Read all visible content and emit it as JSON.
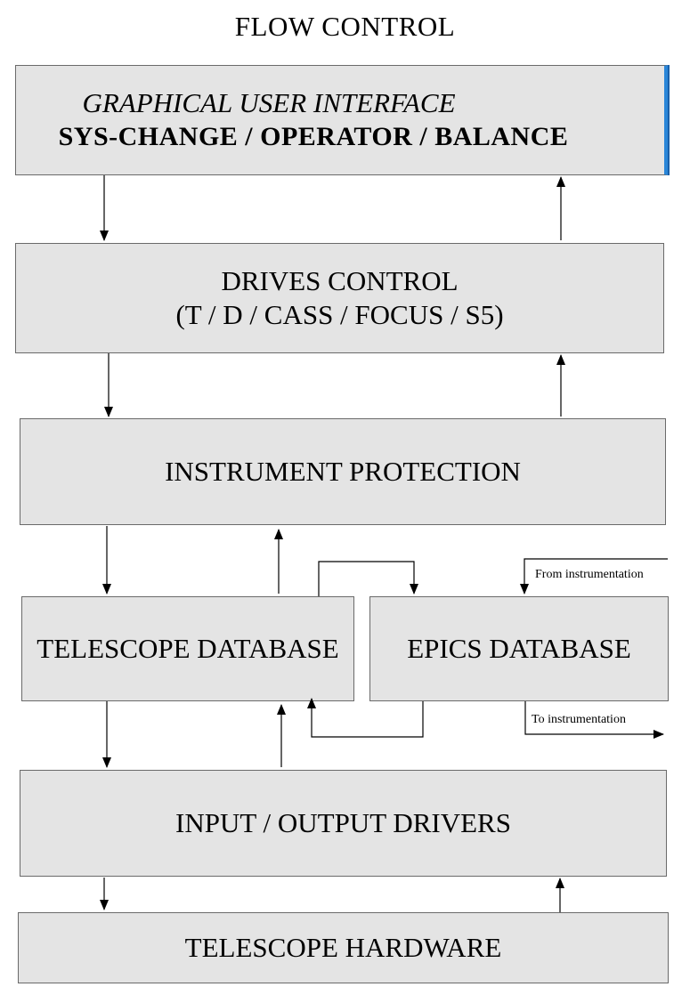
{
  "diagram": {
    "title": "FLOW CONTROL",
    "blocks": {
      "gui": {
        "line1": "GRAPHICAL USER INTERFACE",
        "line2": "SYS-CHANGE / OPERATOR / BALANCE"
      },
      "drives": {
        "line1": "DRIVES CONTROL",
        "line2": "(T / D / CASS / FOCUS / S5)"
      },
      "protection": {
        "label": "INSTRUMENT PROTECTION"
      },
      "telescope_db": {
        "label": "TELESCOPE DATABASE"
      },
      "epics_db": {
        "label": "EPICS DATABASE"
      },
      "io_drivers": {
        "label": "INPUT / OUTPUT DRIVERS"
      },
      "hardware": {
        "label": "TELESCOPE HARDWARE"
      }
    },
    "notes": {
      "from_instrumentation": "From instrumentation",
      "to_instrumentation": "To instrumentation"
    }
  },
  "colors": {
    "box_fill": "#e4e4e4",
    "box_border": "#6a6a6a",
    "gui_edge_accent": "#2a86d8",
    "line": "#000000"
  }
}
